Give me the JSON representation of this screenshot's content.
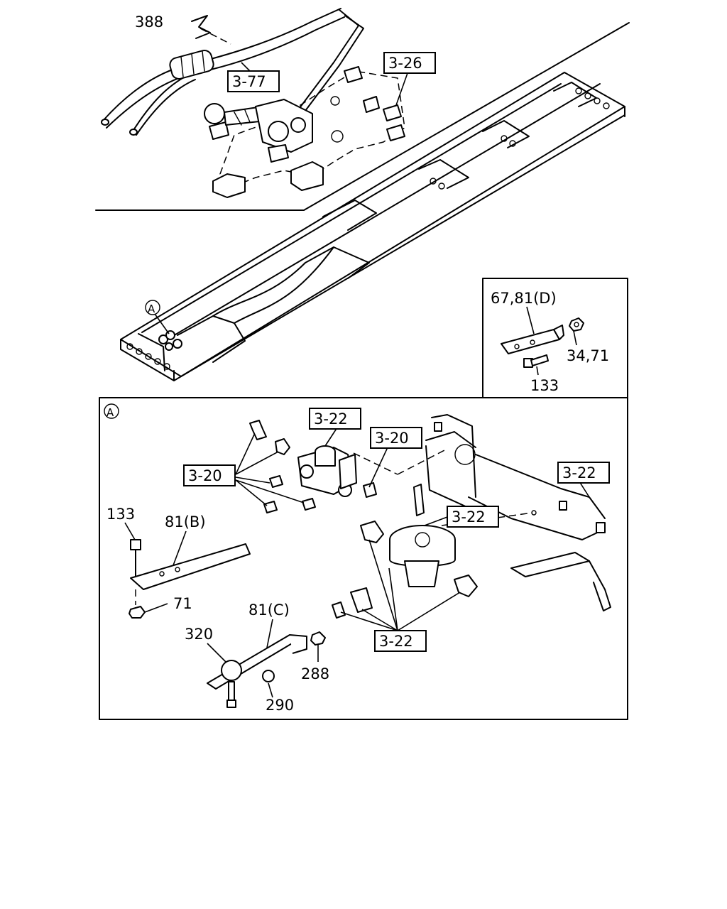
{
  "labels": {
    "hose_ref": "388",
    "ref_3_77": "3-77",
    "ref_3_26": "3-26",
    "view_marker_a": "A",
    "inset_bracket": "67,81(D)",
    "inset_nut": "34,71",
    "inset_bolt": "133",
    "detail_a_marker": "A",
    "valve_ref_top": "3-22",
    "fitting_ref_top": "3-20",
    "fitting_ref_left": "3-20",
    "bracket_ref_right": "3-22",
    "relay_ref_mid": "3-22",
    "relay_ref_bottom": "3-22",
    "bolt_133": "133",
    "bracket_81b": "81(B)",
    "nut_71": "71",
    "bracket_81c": "81(C)",
    "sensor_320": "320",
    "bolt_288": "288",
    "nut_290": "290"
  }
}
